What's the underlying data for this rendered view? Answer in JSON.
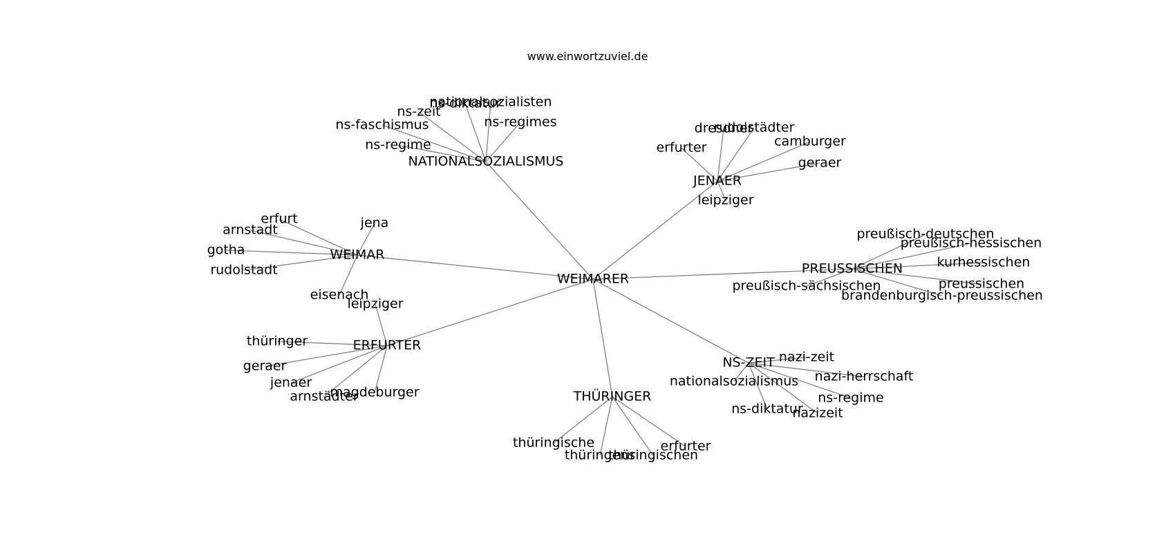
{
  "header": {
    "site": "www.einwortzuviel.de"
  },
  "graph": {
    "center": "WEIMARER",
    "clusters": [
      {
        "hub": "NATIONALSOZIALISMUS",
        "leaves": [
          "ns-diktatur",
          "nationalsozialisten",
          "ns-zeit",
          "ns-faschismus",
          "ns-regimes",
          "ns-regime"
        ]
      },
      {
        "hub": "JENAER",
        "leaves": [
          "dresdner",
          "rudolstädter",
          "camburger",
          "erfurter",
          "geraer",
          "leipziger"
        ]
      },
      {
        "hub": "WEIMAR",
        "leaves": [
          "erfurt",
          "arnstadt",
          "jena",
          "gotha",
          "rudolstadt",
          "eisenach"
        ]
      },
      {
        "hub": "PREUSSISCHEN",
        "leaves": [
          "preußisch-deutschen",
          "preußisch-hessischen",
          "kurhessischen",
          "preußisch-sächsischen",
          "preussischen",
          "brandenburgisch-preussischen"
        ]
      },
      {
        "hub": "ERFURTER",
        "leaves": [
          "leipziger",
          "thüringer",
          "geraer",
          "jenaer",
          "magdeburger",
          "arnstädter"
        ]
      },
      {
        "hub": "NS-ZEIT",
        "leaves": [
          "nazi-zeit",
          "nazi-herrschaft",
          "nationalsozialismus",
          "ns-regime",
          "ns-diktatur",
          "nazizeit"
        ]
      },
      {
        "hub": "THÜRINGER",
        "leaves": [
          "thüringische",
          "erfurter",
          "thüringens",
          "thüringischen"
        ]
      }
    ]
  }
}
